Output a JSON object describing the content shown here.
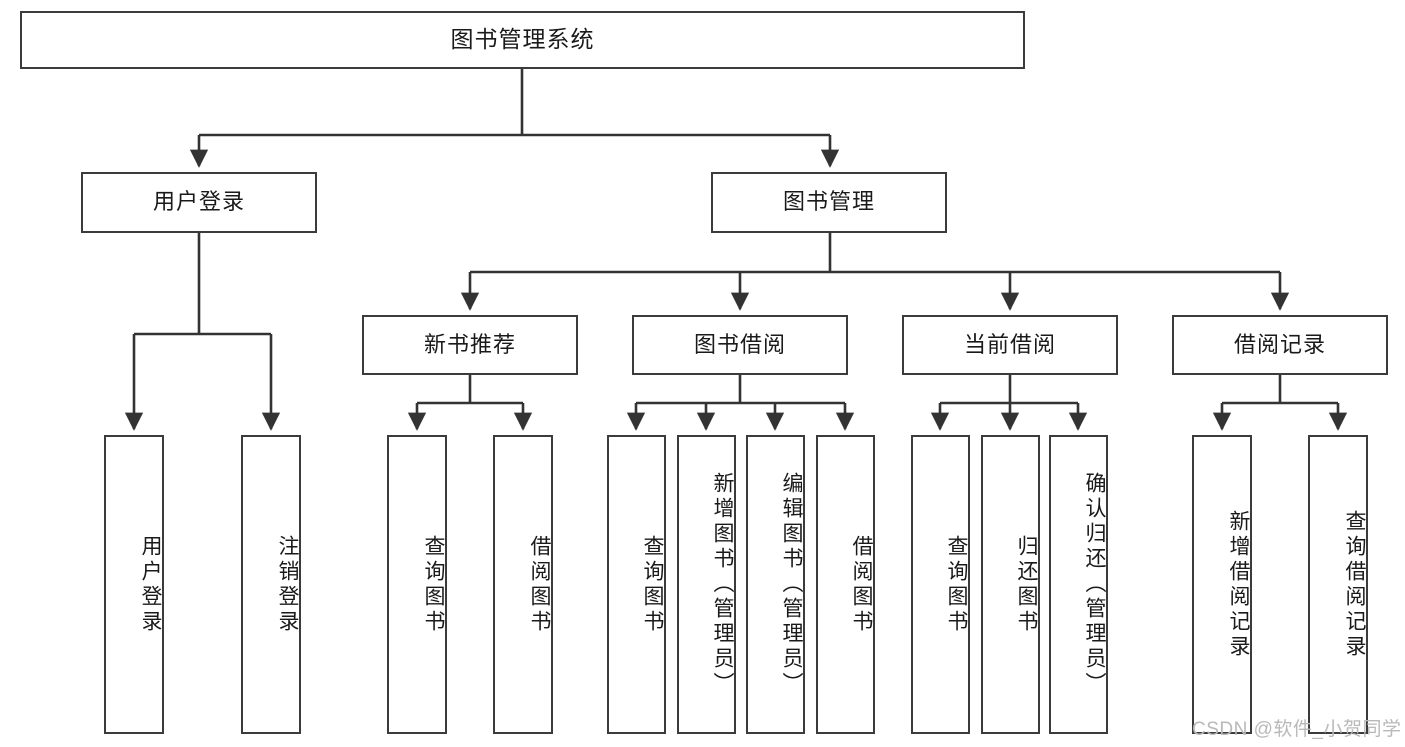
{
  "diagram": {
    "title": "图书管理系统",
    "type": "tree-hierarchy",
    "watermark": "CSDN @软件_小贺同学",
    "colors": {
      "box_border": "#3b3b3b",
      "box_fill": "#ffffff",
      "connector": "#333333",
      "text": "#1a1a1a",
      "watermark": "#b9b9b9",
      "background": "#ffffff"
    },
    "nodes": {
      "root": {
        "label": "图书管理系统"
      },
      "level2": [
        {
          "id": "user-login",
          "label": "用户登录"
        },
        {
          "id": "book-manage",
          "label": "图书管理"
        }
      ],
      "level3": [
        {
          "id": "new-book-recommend",
          "label": "新书推荐"
        },
        {
          "id": "book-borrow",
          "label": "图书借阅"
        },
        {
          "id": "current-borrow",
          "label": "当前借阅"
        },
        {
          "id": "borrow-record",
          "label": "借阅记录"
        }
      ],
      "leaves": {
        "user_login": [
          {
            "id": "leaf-user-login",
            "label": "用户登录"
          },
          {
            "id": "leaf-logout",
            "label": "注销登录"
          }
        ],
        "new_book_recommend": [
          {
            "id": "leaf-query-book-1",
            "label": "查询图书"
          },
          {
            "id": "leaf-borrow-book-1",
            "label": "借阅图书"
          }
        ],
        "book_borrow": [
          {
            "id": "leaf-query-book-2",
            "label": "查询图书"
          },
          {
            "id": "leaf-add-book",
            "label": "新增图书（管理员）"
          },
          {
            "id": "leaf-edit-book",
            "label": "编辑图书（管理员）"
          },
          {
            "id": "leaf-borrow-book-2",
            "label": "借阅图书"
          }
        ],
        "current_borrow": [
          {
            "id": "leaf-query-book-3",
            "label": "查询图书"
          },
          {
            "id": "leaf-return-book",
            "label": "归还图书"
          },
          {
            "id": "leaf-confirm-return",
            "label": "确认归还（管理员）"
          }
        ],
        "borrow_record": [
          {
            "id": "leaf-add-record",
            "label": "新增借阅记录"
          },
          {
            "id": "leaf-query-record",
            "label": "查询借阅记录"
          }
        ]
      }
    }
  }
}
